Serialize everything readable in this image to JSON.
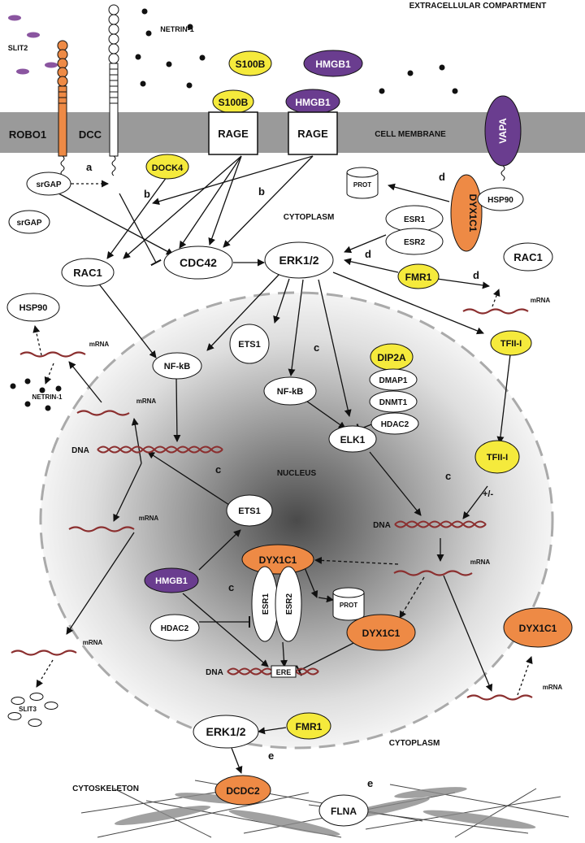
{
  "compartments": {
    "extracellular": "EXTRACELLULAR COMPARTMENT",
    "membrane": "CELL MEMBRANE",
    "cytoplasm_top": "CYTOPLASM",
    "nucleus": "NUCLEUS",
    "cytoplasm_bottom": "CYTOPLASM",
    "cytoskeleton": "CYTOSKELETON"
  },
  "ligands": {
    "slit2": "SLIT2",
    "netrin1": "NETRIN-1",
    "s100b_free": "S100B",
    "hmgb1_free": "HMGB1",
    "s100b_bound": "S100B",
    "hmgb1_bound": "HMGB1"
  },
  "receptors": {
    "robo1": "ROBO1",
    "dcc": "DCC",
    "rage1": "RAGE",
    "rage2": "RAGE",
    "vapa": "VAPA"
  },
  "nodes": {
    "srgap_left": "srGAP",
    "srgap_bottom": "srGAP",
    "dock4": "DOCK4",
    "prot_top": "PROT",
    "dyx1c1_top": "DYX1C1",
    "hsp90_top": "HSP90",
    "esr1_top": "ESR1",
    "esr2_top": "ESR2",
    "rac1_left": "RAC1",
    "cdc42": "CDC42",
    "erk12_main": "ERK1/2",
    "fmr1_top": "FMR1",
    "rac1_right": "RAC1",
    "hsp90_left": "HSP90",
    "nfkb_left": "NF-kB",
    "ets1_upper": "ETS1",
    "dip2a": "DIP2A",
    "dmap1": "DMAP1",
    "dnmt1": "DNMT1",
    "hdac2_right": "HDAC2",
    "nfkb_mid": "NF-kB",
    "elk1": "ELK1",
    "tfii_top": "TFII-I",
    "tfii_bottom": "TFII-I",
    "netrin1_left": "NETRIN-1",
    "ets1_lower": "ETS1",
    "dyx1c1_nuc": "DYX1C1",
    "hmgb1_nuc": "HMGB1",
    "esr1_nuc": "ESR1",
    "esr2_nuc": "ESR2",
    "prot_nuc": "PROT",
    "hdac2_left": "HDAC2",
    "dyx1c1_nuc2": "DYX1C1",
    "dyx1c1_right": "DYX1C1",
    "slit3": "SLIT3",
    "erk12_bottom": "ERK1/2",
    "fmr1_bottom": "FMR1",
    "dcdc2": "DCDC2",
    "flna": "FLNA",
    "ere": "ERE"
  },
  "dna_labels": {
    "left": "DNA",
    "center": "DNA",
    "bottom": "DNA"
  },
  "mrna_labels": {
    "rac1": "mRNA",
    "hsp90": "mRNA",
    "left_upper": "mRNA",
    "left_mid": "mRNA",
    "center": "mRNA",
    "left_bottom": "mRNA",
    "right_bottom": "mRNA"
  },
  "annotations": {
    "a": "a",
    "b1": "b",
    "b2": "b",
    "d1": "d",
    "d2": "d",
    "d3": "d",
    "c1": "c",
    "c2": "c",
    "c3": "c",
    "c4": "c",
    "e1": "e",
    "e2": "e",
    "plusminus": "+/-"
  },
  "colors": {
    "yellow": "#f5ea3c",
    "purple": "#6a3d8f",
    "orange": "#ee8a45",
    "membrane": "#9a9a9a",
    "mrna": "#8b2f2f"
  }
}
